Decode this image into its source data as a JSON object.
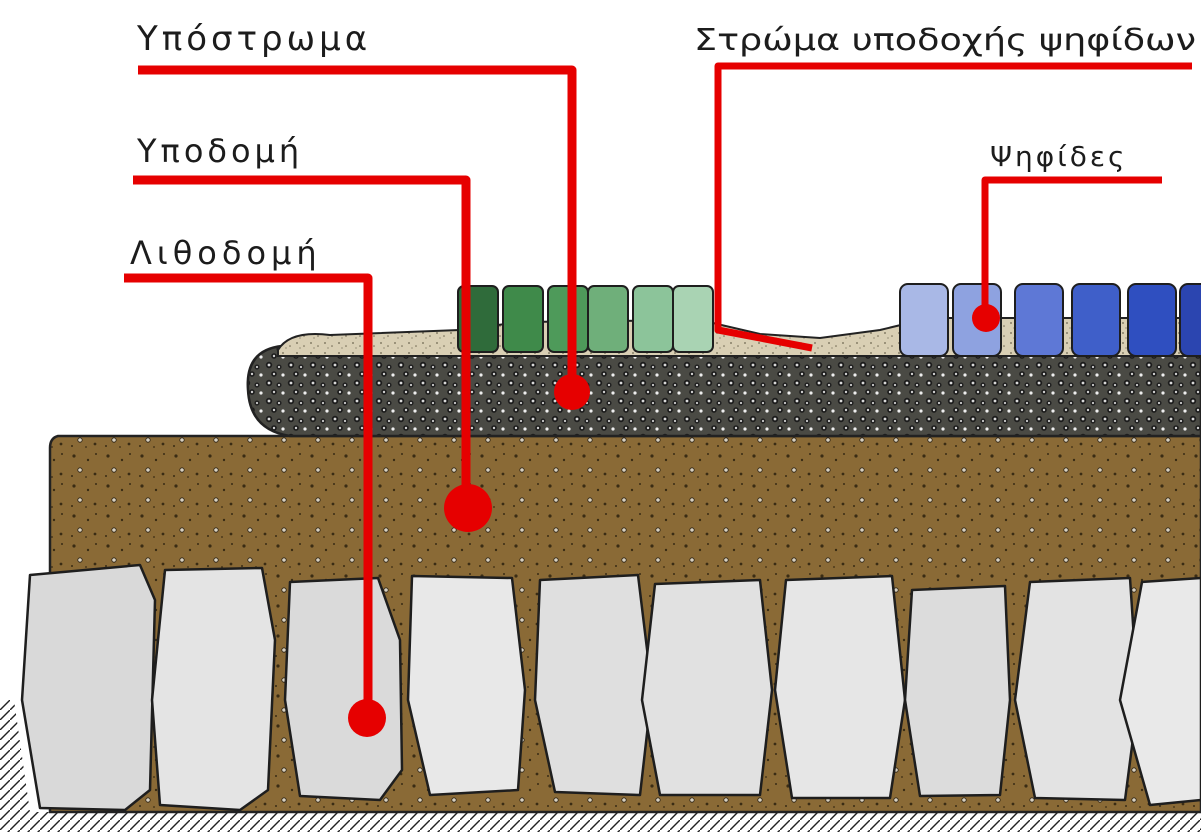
{
  "labels": {
    "substrate": "Υπόστρωμα",
    "tesserae_bed": "Στρώμα υποδοχής ψηφίδων",
    "foundation": "Υποδομή",
    "tesserae": "Ψηφίδες",
    "stone_base": "Λιθοδομή"
  },
  "colors": {
    "leader": "#e60000",
    "text": "#1c1c1c",
    "soil": "#8a6a36",
    "stone_fill": "#dcdcdc",
    "gravel_fill": "#3a3a3a",
    "bedding_fill": "#d9cfb4",
    "tesserae_green": [
      "#2f6b3a",
      "#3f8a4a",
      "#4e9a5a",
      "#6faf7a",
      "#8cc49a",
      "#a9d3b3"
    ],
    "tesserae_blue": [
      "#a9b8e6",
      "#8ea2e0",
      "#5e78d6",
      "#3f5fc9",
      "#2f4fc0",
      "#2b45b0"
    ]
  }
}
